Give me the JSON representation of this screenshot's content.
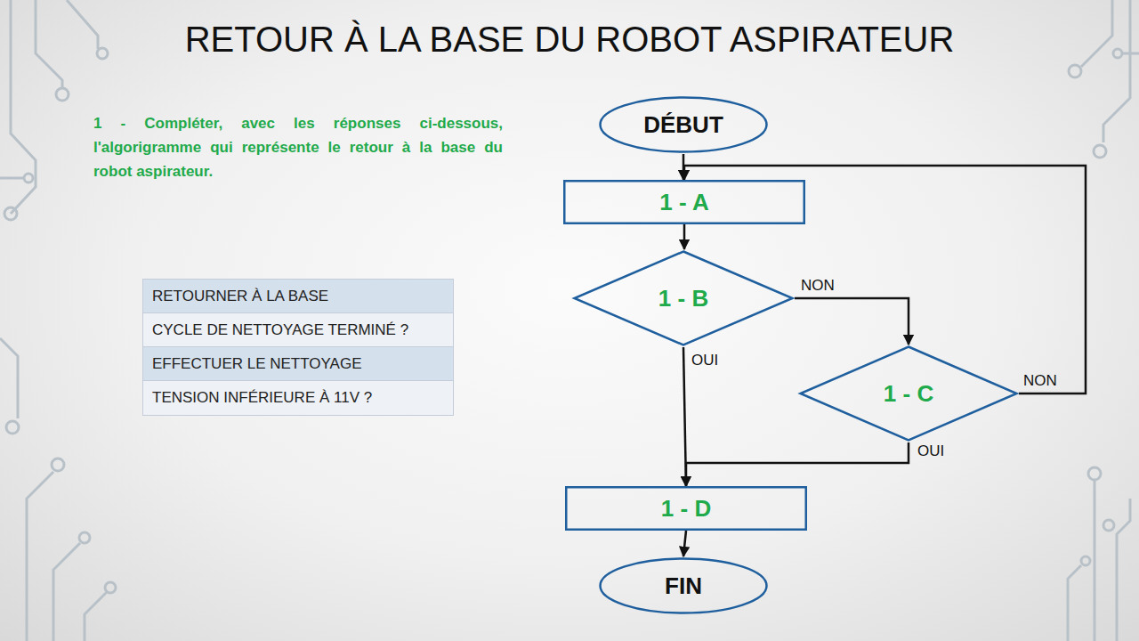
{
  "diagram": {
    "title": "RETOUR À LA BASE DU ROBOT ASPIRATEUR",
    "nodes": [
      {
        "text": [
          "DÉBUT"
        ]
      },
      {
        "text": [
          "1 - A"
        ]
      },
      {
        "text": [
          "1 - B"
        ]
      },
      {
        "text": [
          "1 - C"
        ]
      },
      {
        "text": [
          "1 - D"
        ]
      },
      {
        "text": [
          "FIN"
        ]
      }
    ],
    "edges": [
      {
        "from": 0,
        "to": 1,
        "arrow": "to"
      },
      {
        "from": 1,
        "to": 2,
        "arrow": "to"
      },
      {
        "from": 2,
        "to": 4,
        "label": "OUI",
        "arrow": "to"
      },
      {
        "from": 2,
        "to": 3,
        "label": "NON",
        "arrow": "to"
      },
      {
        "from": 3,
        "to": 1,
        "label": "NON",
        "arrow": "to"
      },
      {
        "from": 3,
        "to": 4,
        "label": "OUI",
        "arrow": "to"
      },
      {
        "from": 4,
        "to": 5,
        "arrow": "to"
      }
    ],
    "labels": [
      "1 - Compléter, avec les réponses ci-dessous, l'algorigramme qui représente le retour à la base du robot aspirateur.",
      "RETOURNER À LA BASE",
      "CYCLE DE NETTOYAGE TERMINÉ ?",
      "EFFECTUER LE NETTOYAGE",
      "TENSION INFÉRIEURE À 11V ?"
    ]
  }
}
